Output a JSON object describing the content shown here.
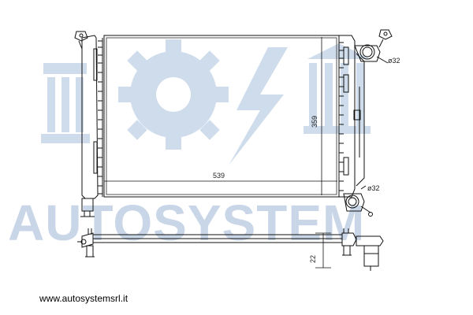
{
  "watermark": {
    "text": "AUTOSYSTEM",
    "color": "#c9d6e8"
  },
  "drawing": {
    "icons": [
      "radiator-front-view",
      "radiator-bottom-view",
      "gear-watermark-icon",
      "lightning-watermark-icon",
      "temple-watermark-icon"
    ],
    "dimensions": {
      "core_width": "539",
      "core_height": "359",
      "depth": "22",
      "inlet_diameter": "ø32",
      "outlet_diameter": "ø32"
    }
  },
  "footer": {
    "url": "www.autosystemsrl.it"
  }
}
